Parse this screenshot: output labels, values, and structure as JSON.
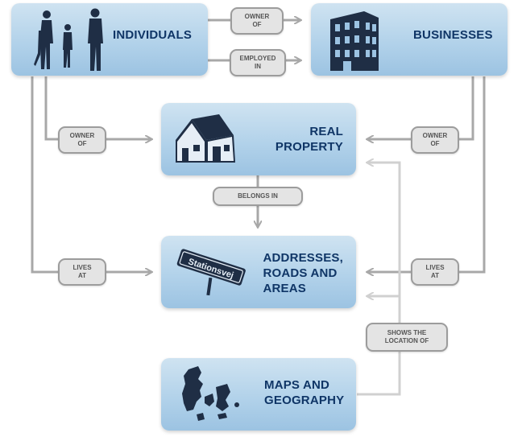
{
  "nodes": {
    "individuals": "INDIVIDUALS",
    "businesses": "BUSINESSES",
    "real_property": "REAL\nPROPERTY",
    "addresses": "ADDRESSES,\nROADS AND\nAREAS",
    "maps": "MAPS AND\nGEOGRAPHY"
  },
  "relations": {
    "owner_of_top": "OWNER\nOF",
    "employed_in": "EMPLOYED\nIN",
    "owner_of_left": "OWNER\nOF",
    "owner_of_right": "OWNER\nOF",
    "belongs_in": "BELONGS IN",
    "lives_at_left": "LIVES\nAT",
    "lives_at_right": "LIVES\nAT",
    "shows_location_of": "SHOWS THE\nLOCATION OF"
  },
  "icons": {
    "individuals": "people-icon",
    "businesses": "building-icon",
    "real_property": "houses-icon",
    "addresses": "street-sign-icon",
    "maps": "denmark-map-icon"
  },
  "street_sign_text": "Stationsvej",
  "colors": {
    "node_text": "#0f3566",
    "node_fill": "#b2d2ea",
    "connector": "#a8a8a8",
    "pill_fill": "#e4e4e4"
  }
}
